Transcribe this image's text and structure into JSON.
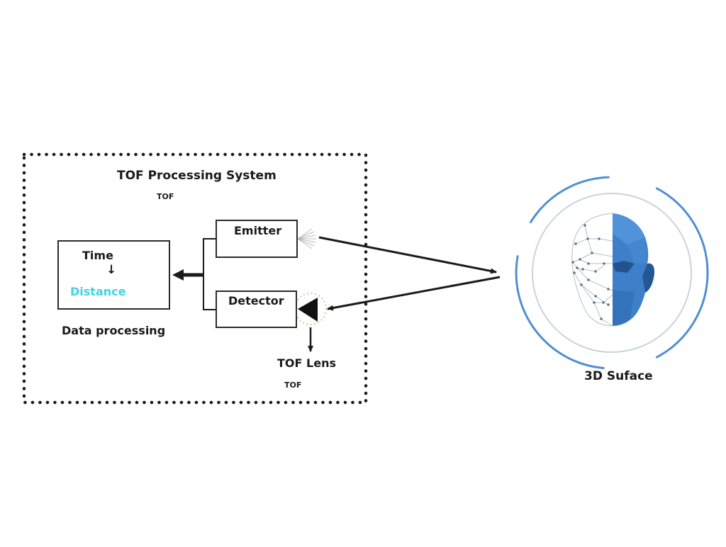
{
  "diagram": {
    "system": {
      "title": "TOF Processing System",
      "subtitle": "TOF"
    },
    "data_processing": {
      "line1": "Time",
      "arrow": "↓",
      "line2": "Distance",
      "label": "Data processing",
      "distance_color": "#3fd3e0"
    },
    "emitter": {
      "label": "Emitter"
    },
    "detector": {
      "label": "Detector"
    },
    "lens": {
      "label": "TOF Lens",
      "sublabel": "TOF"
    },
    "surface": {
      "label": "3D Suface",
      "face_color": "#3d7fc9",
      "arc_color": "#4f8fd1",
      "ring_color": "#c9d3dc"
    },
    "colors": {
      "ink": "#1a1a1a",
      "border": "#1a1a1a"
    }
  }
}
